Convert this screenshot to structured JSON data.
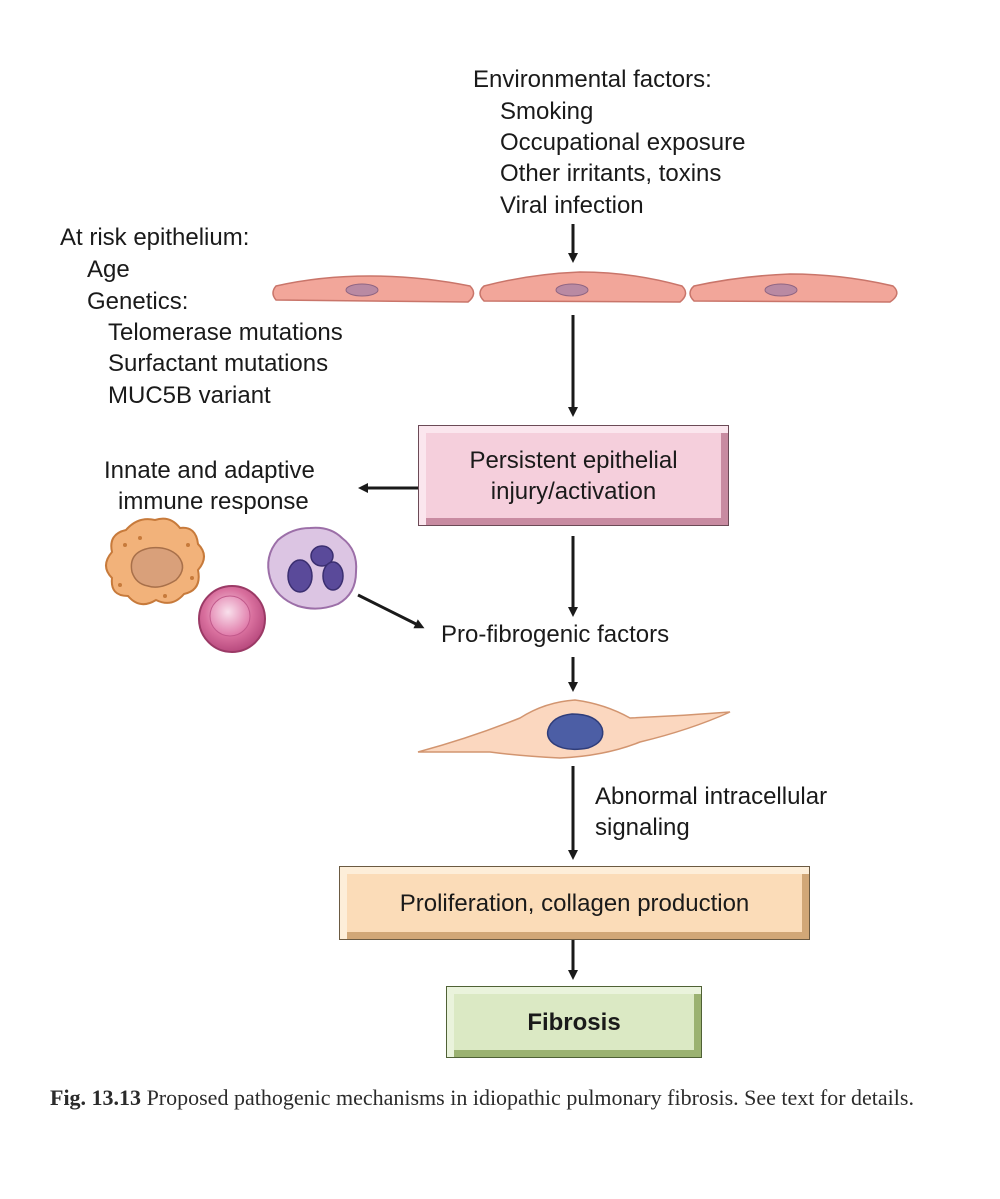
{
  "environmental": {
    "heading": "Environmental factors:",
    "items": [
      "Smoking",
      "Occupational exposure",
      "Other irritants, toxins",
      "Viral infection"
    ]
  },
  "at_risk": {
    "heading": "At risk epithelium:",
    "age": "Age",
    "genetics": "Genetics:",
    "genetic_items": [
      "Telomerase mutations",
      "Surfactant mutations",
      "MUC5B variant"
    ]
  },
  "boxes": {
    "injury": [
      "Persistent epithelial",
      "injury/activation"
    ],
    "proliferation": "Proliferation, collagen production",
    "fibrosis": "Fibrosis"
  },
  "immune": [
    "Innate and adaptive",
    "immune response"
  ],
  "pro_fibrogenic": "Pro-fibrogenic factors",
  "signaling": [
    "Abnormal intracellular",
    "signaling"
  ],
  "caption": {
    "label": "Fig. 13.13",
    "text": "Proposed pathogenic mechanisms in idiopathic pulmonary fibrosis. See text for details."
  },
  "colors": {
    "injury_box": "#f5cfdc",
    "proliferation_box": "#fbdcb8",
    "fibrosis_box": "#dbe9c4",
    "epithelial_cell": "#f2a69a",
    "fibroblast_nucleus": "#4c5ea5"
  }
}
